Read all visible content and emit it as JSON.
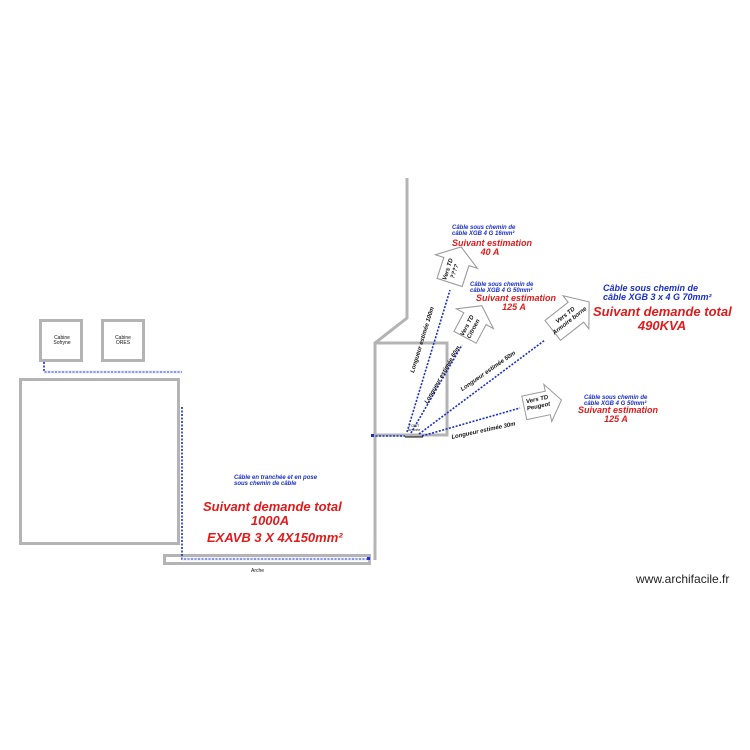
{
  "diagram": {
    "cabins": [
      {
        "label_line1": "Cabine",
        "label_line2": "Sofryne"
      },
      {
        "label_line1": "Cabine",
        "label_line2": "ORES"
      }
    ],
    "trench_note": {
      "line1": "Câble en tranchée et en pose",
      "line2": "sous chemin de câble"
    },
    "main_supply": {
      "line1": "Suivant demande total",
      "line2": "1000A",
      "line3": "EXAVB 3 X 4X150mm²"
    },
    "arche_label": "Arche",
    "feeders": [
      {
        "arrow_line1": "Vers TD",
        "arrow_line2": "????",
        "cable_line1": "Câble sous chemin de",
        "cable_line2": "câble XGB   4 G 16mm²",
        "estimate_line1": "Suivant estimation",
        "estimate_line2": "40 A",
        "length_label": "Longueur estimée 100m"
      },
      {
        "arrow_line1": "Vers TD",
        "arrow_line2": "Citroen",
        "cable_line1": "Câble sous chemin de",
        "cable_line2": "câble XGB   4 G 50mm²",
        "estimate_line1": "Suivant estimation",
        "estimate_line2": "125 A",
        "length_label": "Longueur estimée 60m"
      },
      {
        "arrow_line1": "Vers TD",
        "arrow_line2": "Armoire borne",
        "cable_line1": "Câble sous chemin de",
        "cable_line2": "câble XGB  3 x 4 G 70mm²",
        "estimate_line1": "Suivant demande total",
        "estimate_line2": "490KVA",
        "length_label": "Longueur estimée 50m"
      },
      {
        "arrow_line1": "Vers TD",
        "arrow_line2": "Peugeot",
        "cable_line1": "Câble sous chemin de",
        "cable_line2": "câble XGB   4 G 50mm²",
        "estimate_line1": "Suivant estimation",
        "estimate_line2": "125 A",
        "length_label": "Longueur estimée 30m"
      }
    ],
    "tgbt_label": {
      "line1": "TGBT",
      "line2": "Arrivée"
    },
    "colors": {
      "wall": "#b4b4b4",
      "cable": "#1a2fc9",
      "note_blue": "#1a2fc9",
      "note_red": "#e11b1b"
    }
  },
  "watermark": "www.archifacile.fr"
}
